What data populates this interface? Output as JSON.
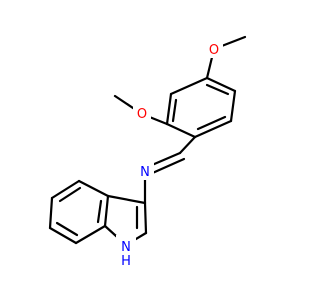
{
  "molecule": {
    "colors": {
      "bond": "#000000",
      "oxygen": "#ff0000",
      "nitrogen": "#0000ff",
      "background": "#ffffff"
    },
    "atom_labels": {
      "o_top": "O",
      "o_left": "O",
      "n_imine": "N",
      "nh_n": "N",
      "nh_h": "H"
    }
  }
}
